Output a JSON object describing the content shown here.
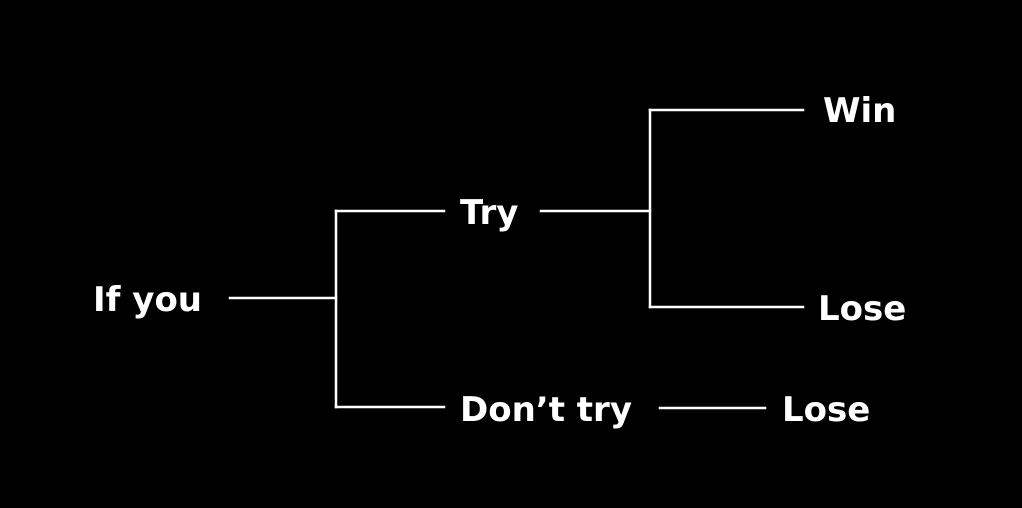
{
  "diagram": {
    "nodes": {
      "root": "If you",
      "try": "Try",
      "dont_try": "Don’t try",
      "win": "Win",
      "lose_after_try": "Lose",
      "lose_after_dont_try": "Lose"
    },
    "edges": [
      {
        "from": "root",
        "to": "try"
      },
      {
        "from": "root",
        "to": "dont_try"
      },
      {
        "from": "try",
        "to": "win"
      },
      {
        "from": "try",
        "to": "lose_after_try"
      },
      {
        "from": "dont_try",
        "to": "lose_after_dont_try"
      }
    ]
  },
  "colors": {
    "background": "#000000",
    "foreground": "#ffffff"
  }
}
